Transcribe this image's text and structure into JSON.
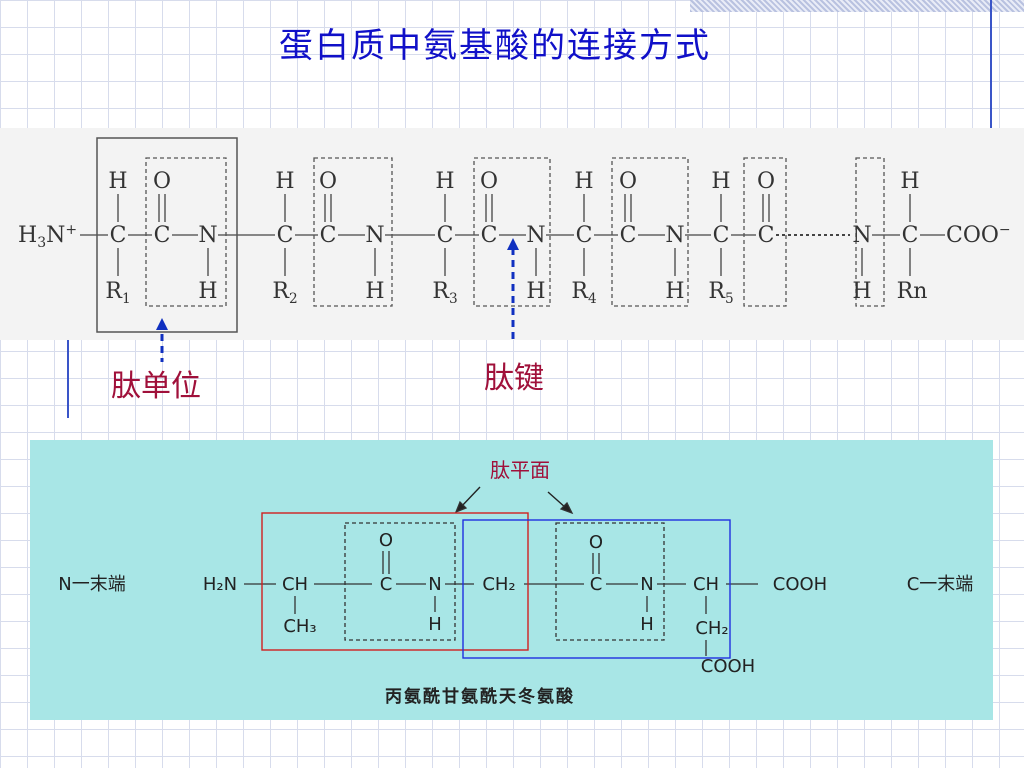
{
  "title": "蛋白质中氨基酸的连接方式",
  "upper_diagram": {
    "n_terminus": "H",
    "n_terminus_sub": "3",
    "n_terminus_tail": "N",
    "n_terminus_charge": "+",
    "c_terminus": "COO",
    "c_terminus_charge": "−",
    "atom_h": "H",
    "atom_o": "O",
    "atom_c": "C",
    "atom_n": "N",
    "dots": "······",
    "residues": [
      "R",
      "R",
      "R",
      "R",
      "R"
    ],
    "residue_subs": [
      "1",
      "2",
      "3",
      "4",
      "5"
    ],
    "residue_n": "Rn",
    "label_peptide_unit": "肽单位",
    "label_peptide_bond": "肽键"
  },
  "lower_diagram": {
    "plane_label": "肽平面",
    "n_end": "N一末端",
    "c_end": "C一末端",
    "h2n": "H₂N",
    "ch": "CH",
    "ch3": "CH₃",
    "c": "C",
    "n": "N",
    "o": "O",
    "h": "H",
    "ch2": "CH₂",
    "ch_2": "CH",
    "cooh": "COOH",
    "side_ch2": "CH₂",
    "side_cooh": "COOH",
    "caption": "丙氨酰甘氨酰天冬氨酸"
  },
  "colors": {
    "title": "#1010c8",
    "callout": "#a0103a",
    "arrow": "#1030c0",
    "plane_box_red": "#d02020",
    "plane_box_blue": "#2030e0",
    "panel_bg": "#a8e6e6"
  }
}
